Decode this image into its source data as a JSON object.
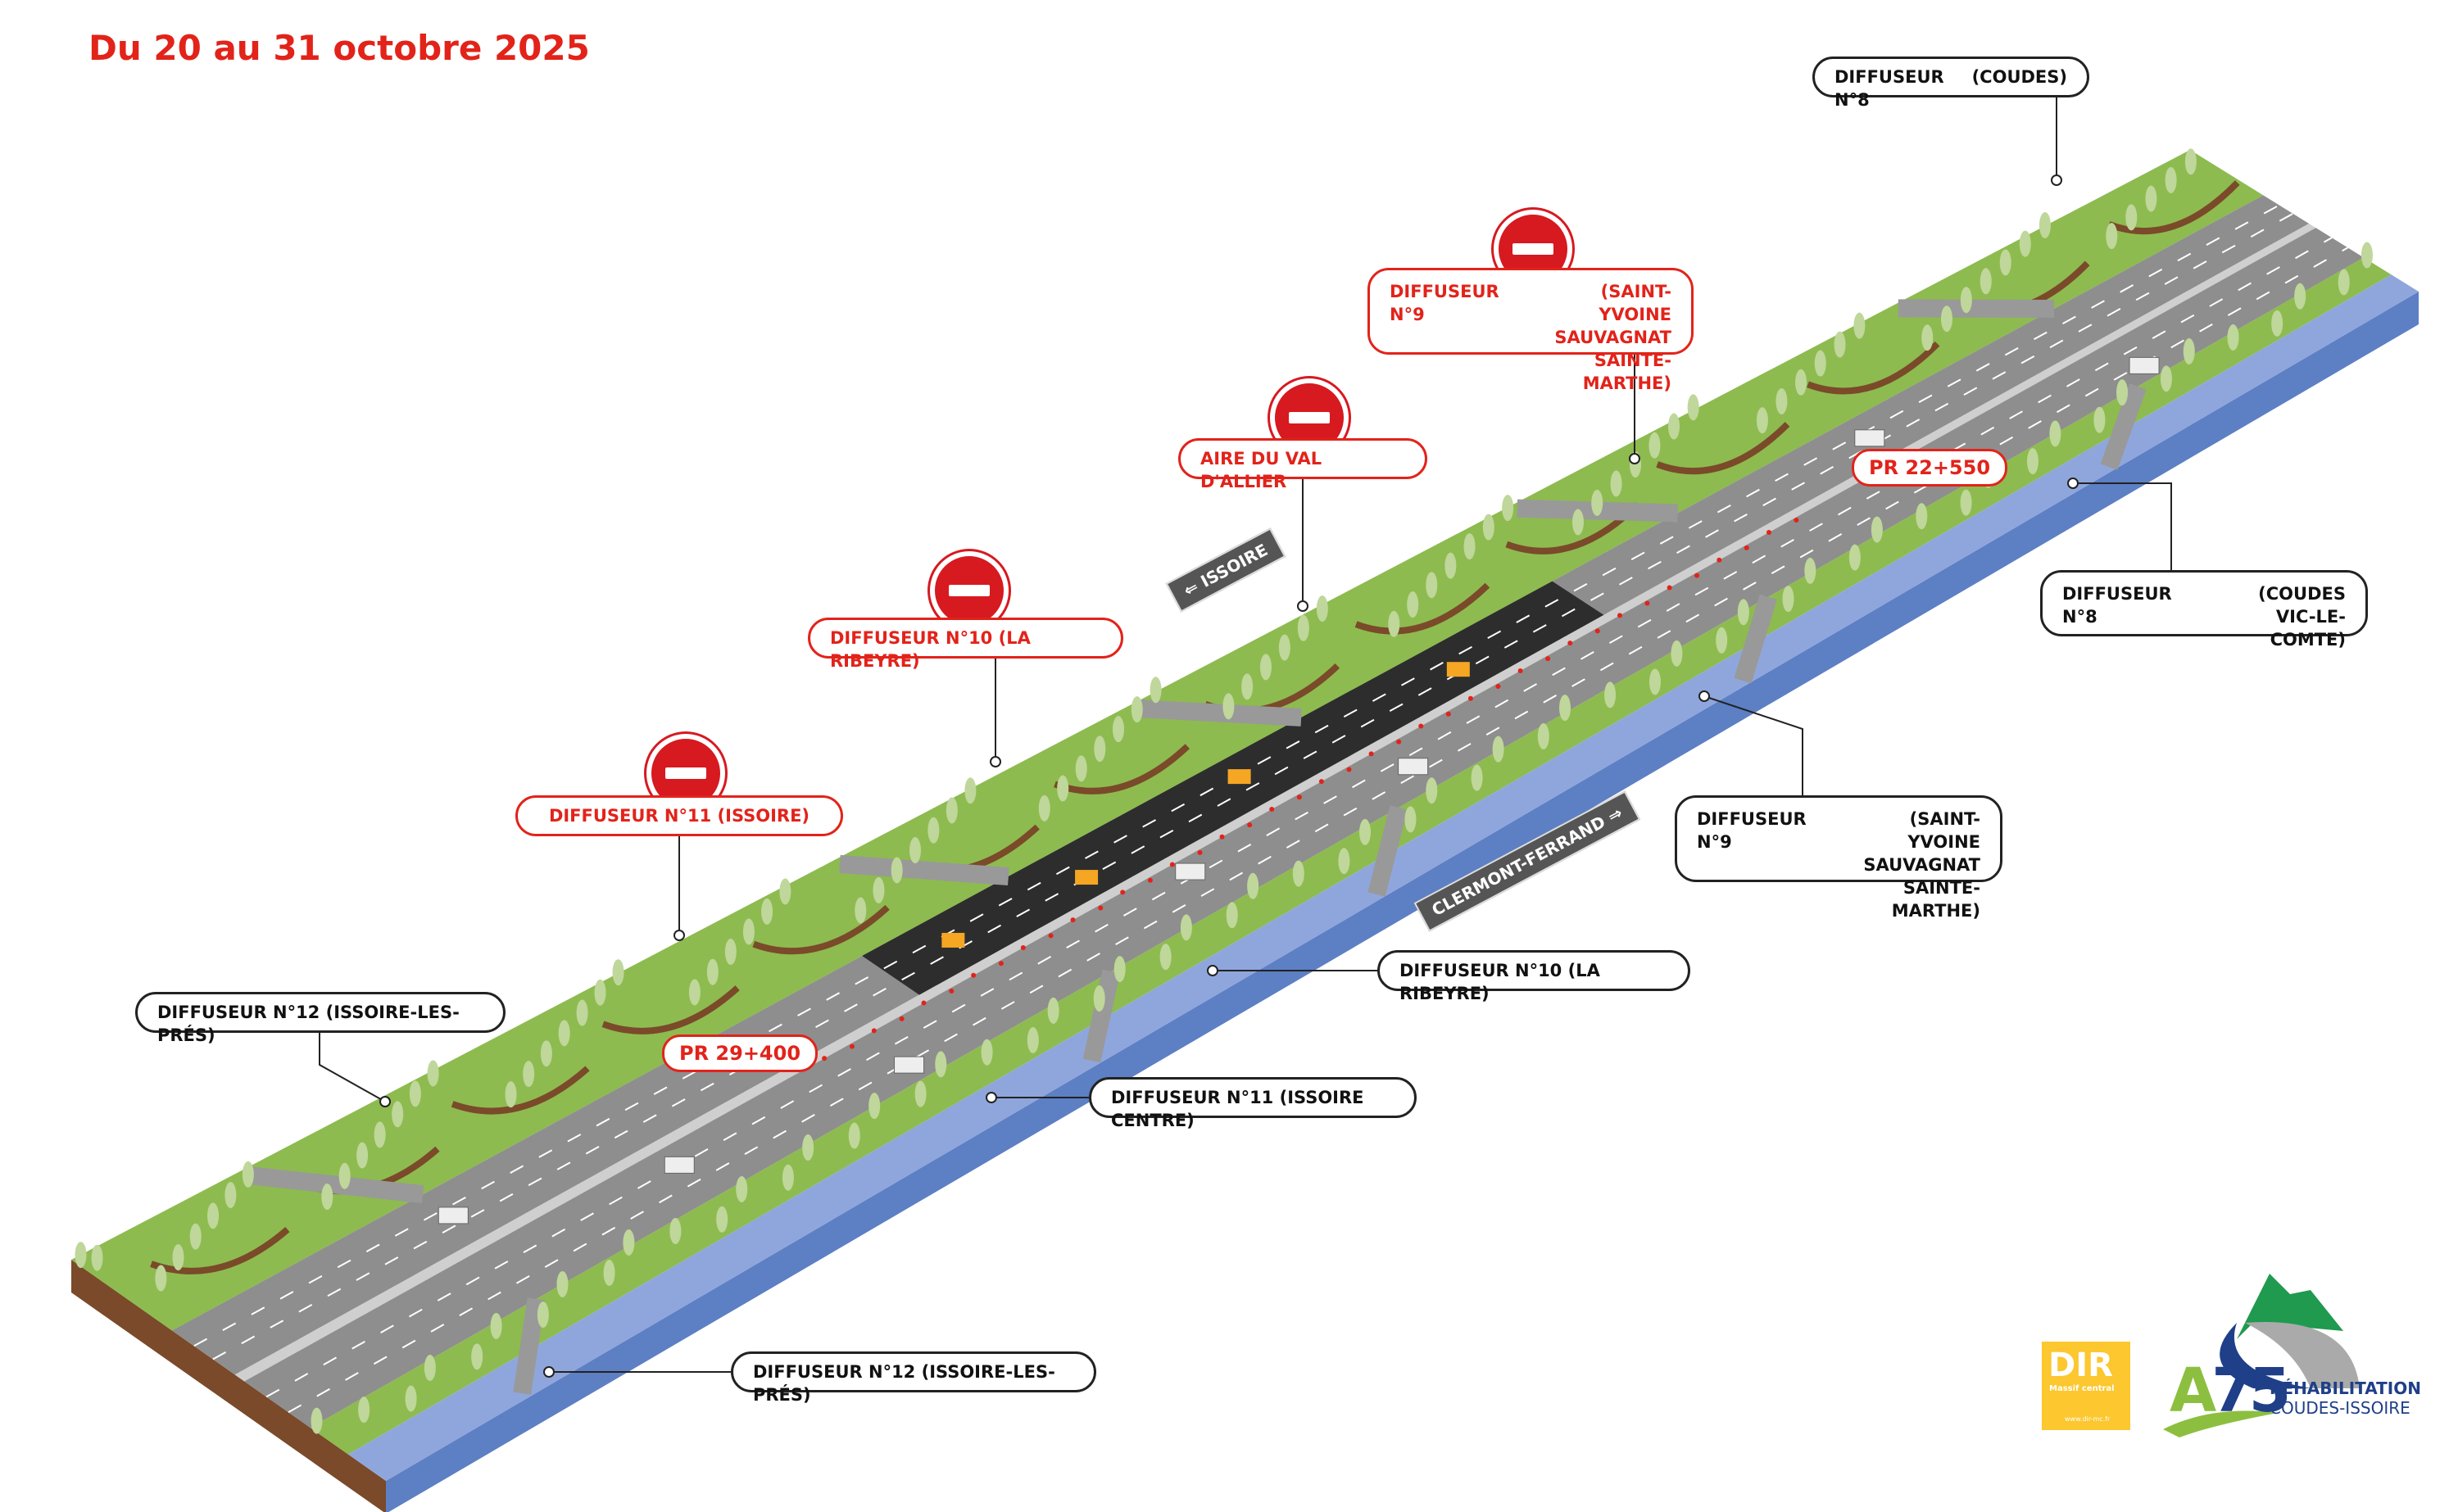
{
  "title": "Du 20 au 31 octobre 2025",
  "closed_labels": [
    {
      "left": "DIFFUSEUR N°9",
      "right": "(SAINT-YVOINE\nSAUVAGNAT\nSAINTE-MARTHE)"
    },
    {
      "left": "AIRE DU VAL D'ALLIER",
      "right": ""
    },
    {
      "left": "DIFFUSEUR N°10 (LA RIBEYRE)",
      "right": ""
    },
    {
      "left": "DIFFUSEUR N°11 (ISSOIRE)",
      "right": ""
    }
  ],
  "labels": [
    {
      "left": "DIFFUSEUR N°8",
      "right": "(COUDES)"
    },
    {
      "left": "DIFFUSEUR N°12 (ISSOIRE-LES-PRÉS)",
      "right": ""
    },
    {
      "left": "DIFFUSEUR N°8",
      "right": "(COUDES\nVIC-LE-COMTE)"
    },
    {
      "left": "DIFFUSEUR N°9",
      "right": "(SAINT-YVOINE\nSAUVAGNAT\nSAINTE-MARTHE)"
    },
    {
      "left": "DIFFUSEUR N°10 (LA RIBEYRE)",
      "right": ""
    },
    {
      "left": "DIFFUSEUR N°11 (ISSOIRE CENTRE)",
      "right": ""
    },
    {
      "left": "DIFFUSEUR N°12 (ISSOIRE-LES-PRÉS)",
      "right": ""
    }
  ],
  "pr_markers": [
    "PR 29+400",
    "PR 22+550"
  ],
  "road_signs": {
    "north": "⇐ ISSOIRE",
    "south": "CLERMONT-FERRAND ⇒"
  },
  "logos": {
    "dir": {
      "name": "DIR",
      "sub": "Massif central",
      "url": "www.dir-mc.fr"
    },
    "a75": {
      "a": "A",
      "num": "75",
      "line1": "RÉHABILITATION",
      "line2": "COUDES-ISSOIRE"
    }
  },
  "colors": {
    "grass": "#8dbb4f",
    "road": "#8e8e8e",
    "asphalt": "#2d2d2d",
    "water": "#8fa6dc",
    "earth": "#7a4a2a",
    "red": "#e2231a"
  }
}
